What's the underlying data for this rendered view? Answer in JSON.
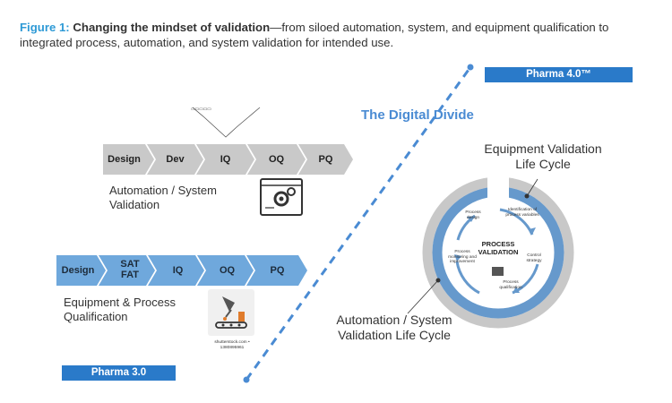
{
  "caption": {
    "fig_label": "Figure 1:",
    "bold_text": "Changing the mindset of validation",
    "rest_text": "—from siloed automation, system, and equipment qualification to integrated process, automation, and system validation for intended use."
  },
  "top_flow": {
    "steps": [
      "Design",
      "Dev",
      "IQ",
      "OQ",
      "PQ"
    ],
    "label": "Automation / System Validation"
  },
  "bottom_flow": {
    "steps": [
      "Design",
      "SAT FAT",
      "IQ",
      "OQ",
      "PQ"
    ],
    "label": "Equipment & Process Qualification",
    "image_credit": "shutterstock.com • 1380895961"
  },
  "divide": {
    "title": "The Digital Divide",
    "pharma4": "Pharma 4.0™",
    "pharma3": "Pharma 3.0"
  },
  "cycle": {
    "equipment_title": "Equipment Validation Life Cycle",
    "automation_title": "Automation / System Validation Life Cycle",
    "center_title": "PROCESS VALIDATION",
    "stages": [
      "Process design",
      "Identification of process variables",
      "Control strategy",
      "Process qualification",
      "Process monitoring and improvement"
    ]
  },
  "colors": {
    "chevron_gray": "#c9c9c9",
    "chevron_blue": "#6fa8dc",
    "banner_blue": "#2a7ac9",
    "divide_blue": "#4a8bd3",
    "ring_gray": "#c8c8c8",
    "ring_blue": "#6699cc",
    "caption_accent": "#2e9ad6"
  },
  "icons": [
    "computer-gear-icon",
    "lab-equipment-icon",
    "dot-icon"
  ]
}
